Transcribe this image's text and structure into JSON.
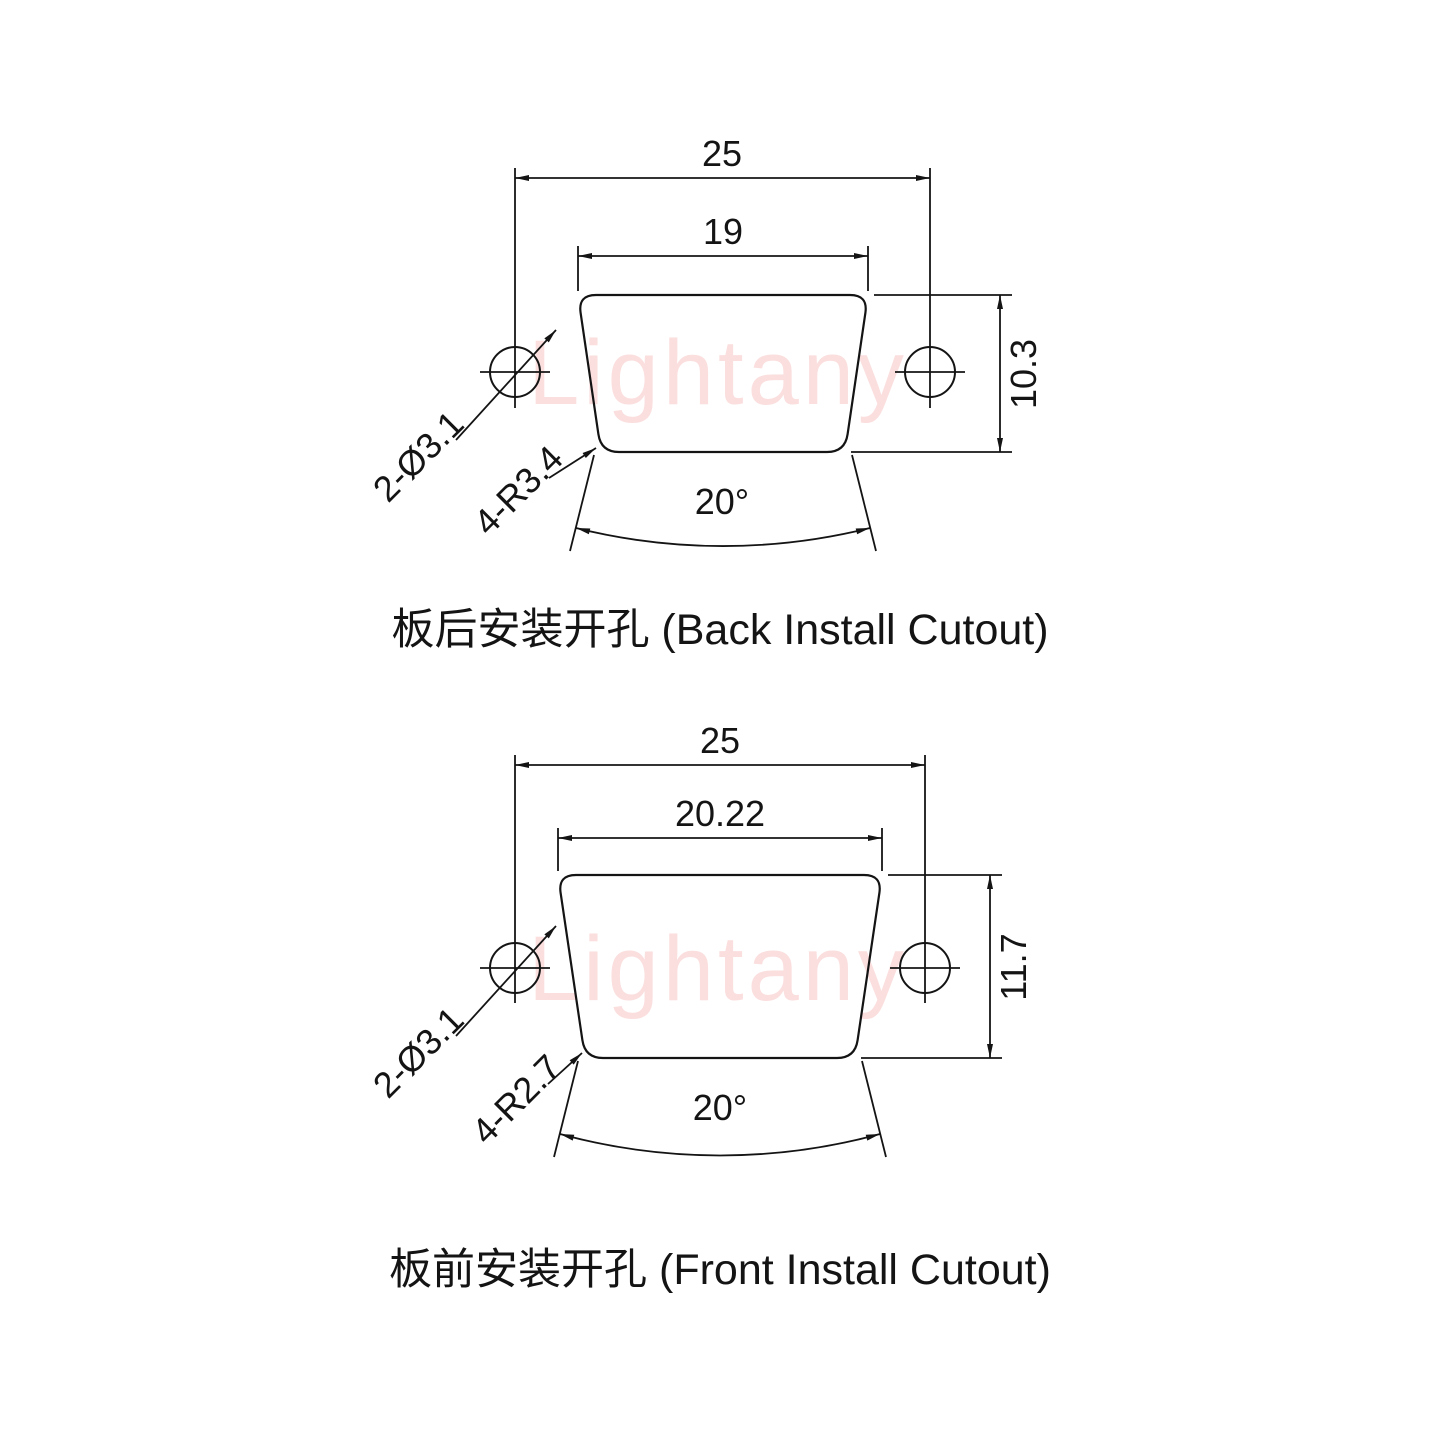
{
  "watermark": {
    "text": "Lightany"
  },
  "figures": {
    "back": {
      "title": "板后安装开孔 (Back Install Cutout)",
      "dims": {
        "outer_width": "25",
        "inner_width": "19",
        "height": "10.3",
        "holes": "2-Ø3.1",
        "corner_radius": "4-R3.4",
        "draft_angle": "20°"
      }
    },
    "front": {
      "title": "板前安装开孔 (Front Install Cutout)",
      "dims": {
        "outer_width": "25",
        "inner_width": "20.22",
        "height": "11.7",
        "holes": "2-Ø3.1",
        "corner_radius": "4-R2.7",
        "draft_angle": "20°"
      }
    }
  }
}
